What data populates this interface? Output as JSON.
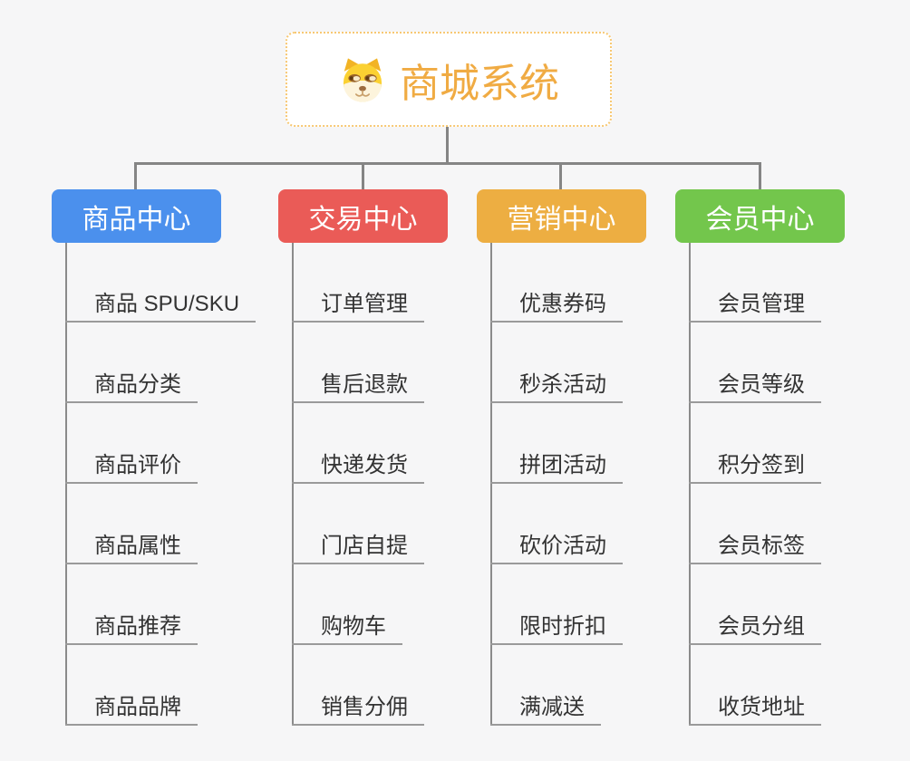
{
  "root": {
    "title": "商城系统",
    "icon": "dog-face-icon",
    "title_color": "#F0AB43",
    "border_color": "#F7C873",
    "background": "#FFFFFF"
  },
  "canvas": {
    "background": "#F6F6F7",
    "connector_color": "#858585",
    "column_line_color": "#8B8B8B",
    "leaf_line_color": "#9A9A9A",
    "leaf_text_color": "#333333",
    "header_text_color": "#FFFFFF"
  },
  "columns": [
    {
      "label": "商品中心",
      "color": "#4B90ED",
      "items": [
        "商品 SPU/SKU",
        "商品分类",
        "商品评价",
        "商品属性",
        "商品推荐",
        "商品品牌"
      ]
    },
    {
      "label": "交易中心",
      "color": "#EA5B57",
      "items": [
        "订单管理",
        "售后退款",
        "快递发货",
        "门店自提",
        "购物车",
        "销售分佣"
      ]
    },
    {
      "label": "营销中心",
      "color": "#EDAE42",
      "items": [
        "优惠券码",
        "秒杀活动",
        "拼团活动",
        "砍价活动",
        "限时折扣",
        "满减送"
      ]
    },
    {
      "label": "会员中心",
      "color": "#73C64C",
      "items": [
        "会员管理",
        "会员等级",
        "积分签到",
        "会员标签",
        "会员分组",
        "收货地址"
      ]
    }
  ]
}
